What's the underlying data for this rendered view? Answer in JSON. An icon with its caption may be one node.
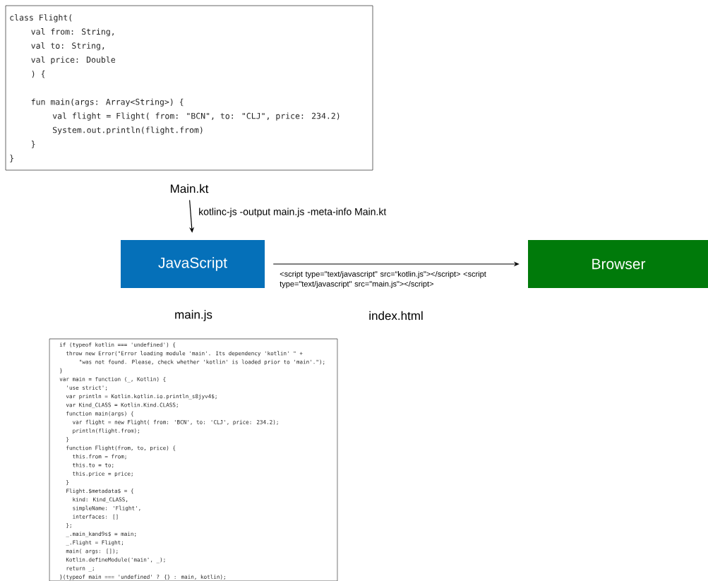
{
  "diagram": {
    "nodes": [
      {
        "text": [
          "class Flight(",
          "val from: String,",
          "val to: String,",
          "val price: Double",
          ") {",
          "fun main(args: Array<String>) {",
          "val flight = Flight( from: \"BCN\", to: \"CLJ\", price: 234.2)",
          "System.out.println(flight.from)",
          "}",
          "}"
        ]
      },
      {
        "text": [
          "Main.kt"
        ]
      },
      {
        "text": [
          "JavaScript"
        ]
      },
      {
        "text": [
          "Browser"
        ]
      },
      {
        "text": [
          "if (typeof kotlin === 'undefined') {",
          "throw new Error(\"Error loading module 'main'. Its dependency 'kotlin' \" +",
          "\"was not found. Please, check whether 'kotlin' is loaded prior to 'main'.\");",
          "}",
          "var main = function (_, Kotlin) {",
          "'use strict';",
          "var println = Kotlin.kotlin.io.println_s8jyv4$;",
          "var Kind_CLASS = Kotlin.Kind.CLASS;",
          "function main(args) {",
          "var flight = new Flight( from: 'BCN', to: 'CLJ', price: 234.2);",
          "println(flight.from);",
          "}",
          "function Flight(from, to, price) {",
          "this.from = from;",
          "this.to = to;",
          "this.price = price;",
          "}",
          "Flight.$metadata$ = {",
          "kind: Kind_CLASS,",
          "simpleName: 'Flight',",
          "interfaces: []",
          "};",
          "_.main_kand9s$ = main;",
          "_.Flight = Flight;",
          "main( args: []);",
          "Kotlin.defineModule('main', _);",
          "return _;",
          "}(typeof main === 'undefined' ? {} : main, kotlin);"
        ]
      }
    ],
    "edges": [
      {
        "from": 1,
        "to": 2,
        "arrow": "to",
        "label": "kotlinc-js -output main.js -meta-info Main.kt"
      },
      {
        "from": 2,
        "to": 3,
        "arrow": "to",
        "label": "<script type=\"text/javascript\" src=“kotlin.js\"></script> <script type=\"text/javascript\" src=\"main.js\"></script>"
      }
    ],
    "labels": [
      "main.js",
      "index.html"
    ]
  }
}
